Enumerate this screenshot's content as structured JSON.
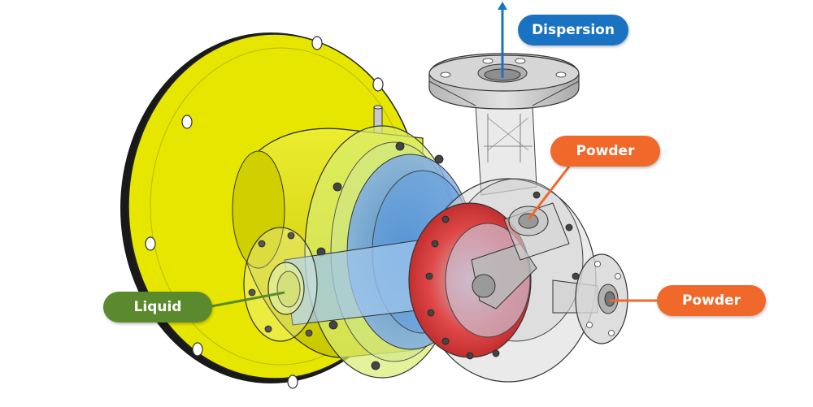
{
  "labels": {
    "dispersion": "Dispersion",
    "powder_top": "Powder",
    "powder_right": "Powder",
    "liquid": "Liquid"
  },
  "colors": {
    "dispersion": "#1a73c2",
    "powder": "#f0682a",
    "liquid": "#5b8a2e",
    "housing": "#e8e800",
    "impeller": "#e03a3a",
    "inner": "#4a90e2"
  }
}
